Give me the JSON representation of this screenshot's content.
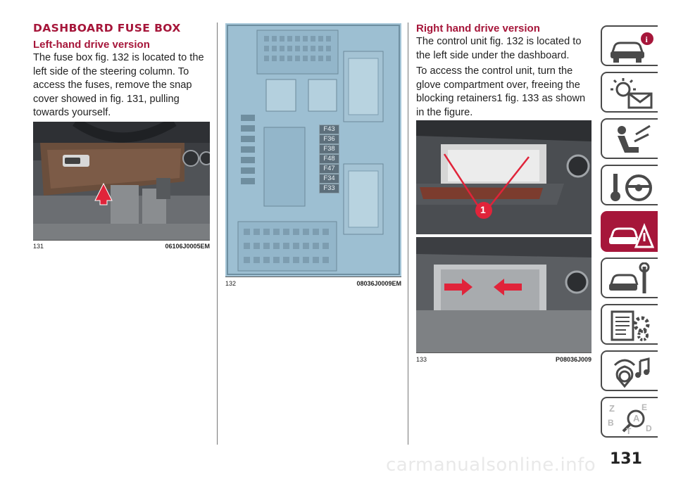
{
  "left_column": {
    "title": "DASHBOARD FUSE BOX",
    "subtitle": "Left-hand drive version",
    "paragraph": "The fuse box fig. 132 is located to the left side of the steering column. To access the fuses, remove the snap cover showed in fig. 131, pulling towards yourself.",
    "figure": {
      "number": "131",
      "code": "06106J0005EM"
    }
  },
  "middle_column": {
    "figure": {
      "number": "132",
      "code": "08036J0009EM"
    },
    "fuse_labels": [
      "F43",
      "F36",
      "F38",
      "F48",
      "F47",
      "F34",
      "F33"
    ]
  },
  "right_column": {
    "subtitle": "Right hand drive version",
    "paragraph1": "The control unit fig. 132 is located to the left side under the dashboard.",
    "paragraph2": "To access the control unit, turn the glove compartment over, freeing the blocking retainers1 fig. 133 as shown in the figure.",
    "figure": {
      "number": "133",
      "code": "P08036J009",
      "callout": "1"
    }
  },
  "side_tabs": [
    {
      "icon": "car-info-icon",
      "active": false
    },
    {
      "icon": "warning-light-message-icon",
      "active": false
    },
    {
      "icon": "seat-airbag-icon",
      "active": false
    },
    {
      "icon": "key-steering-wheel-icon",
      "active": false
    },
    {
      "icon": "emergency-car-warning-icon",
      "active": true
    },
    {
      "icon": "car-wrench-icon",
      "active": false
    },
    {
      "icon": "data-gear-icon",
      "active": false
    },
    {
      "icon": "multimedia-icon",
      "active": false
    },
    {
      "icon": "alphabetical-index-icon",
      "active": false
    }
  ],
  "page_number": "131",
  "watermark": "carmanualsonline.info",
  "colors": {
    "accent": "#a6163a",
    "fusebox": "#8fb0c4",
    "tab_border": "#4a4a4a"
  }
}
